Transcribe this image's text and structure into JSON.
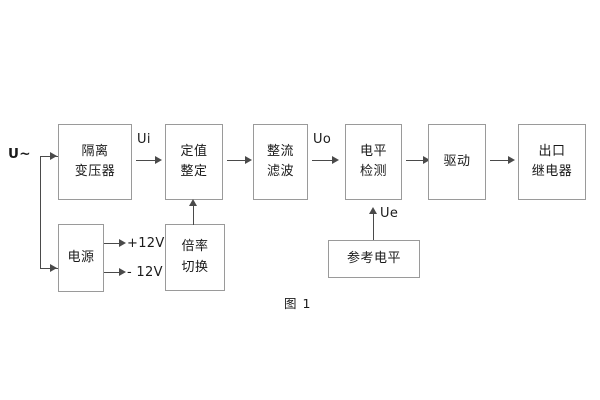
{
  "figure": {
    "caption": "图 1",
    "background_color": "#ffffff",
    "box_border_color": "#9a9a9a",
    "connector_color": "#4a4a4a",
    "text_color": "#1a1a1a"
  },
  "blocks": {
    "isolation_transformer": {
      "line1": "隔离",
      "line2": "变压器"
    },
    "setting_adjust": {
      "line1": "定值",
      "line2": "整定"
    },
    "rectify_filter": {
      "line1": "整流",
      "line2": "滤波"
    },
    "level_detect": {
      "line1": "电平",
      "line2": "检测"
    },
    "drive": {
      "line1": "驱动",
      "line2": ""
    },
    "output_relay": {
      "line1": "出口",
      "line2": "继电器"
    },
    "power_supply": {
      "line1": "电源",
      "line2": ""
    },
    "multiplier_switch": {
      "line1": "倍率",
      "line2": "切换"
    },
    "reference_level": {
      "line1": "参考电平",
      "line2": ""
    }
  },
  "signals": {
    "input_source": "U~",
    "ui": "Ui",
    "uo": "Uo",
    "ue": "Ue",
    "supply_positive": "+12V",
    "supply_negative": "- 12V"
  }
}
